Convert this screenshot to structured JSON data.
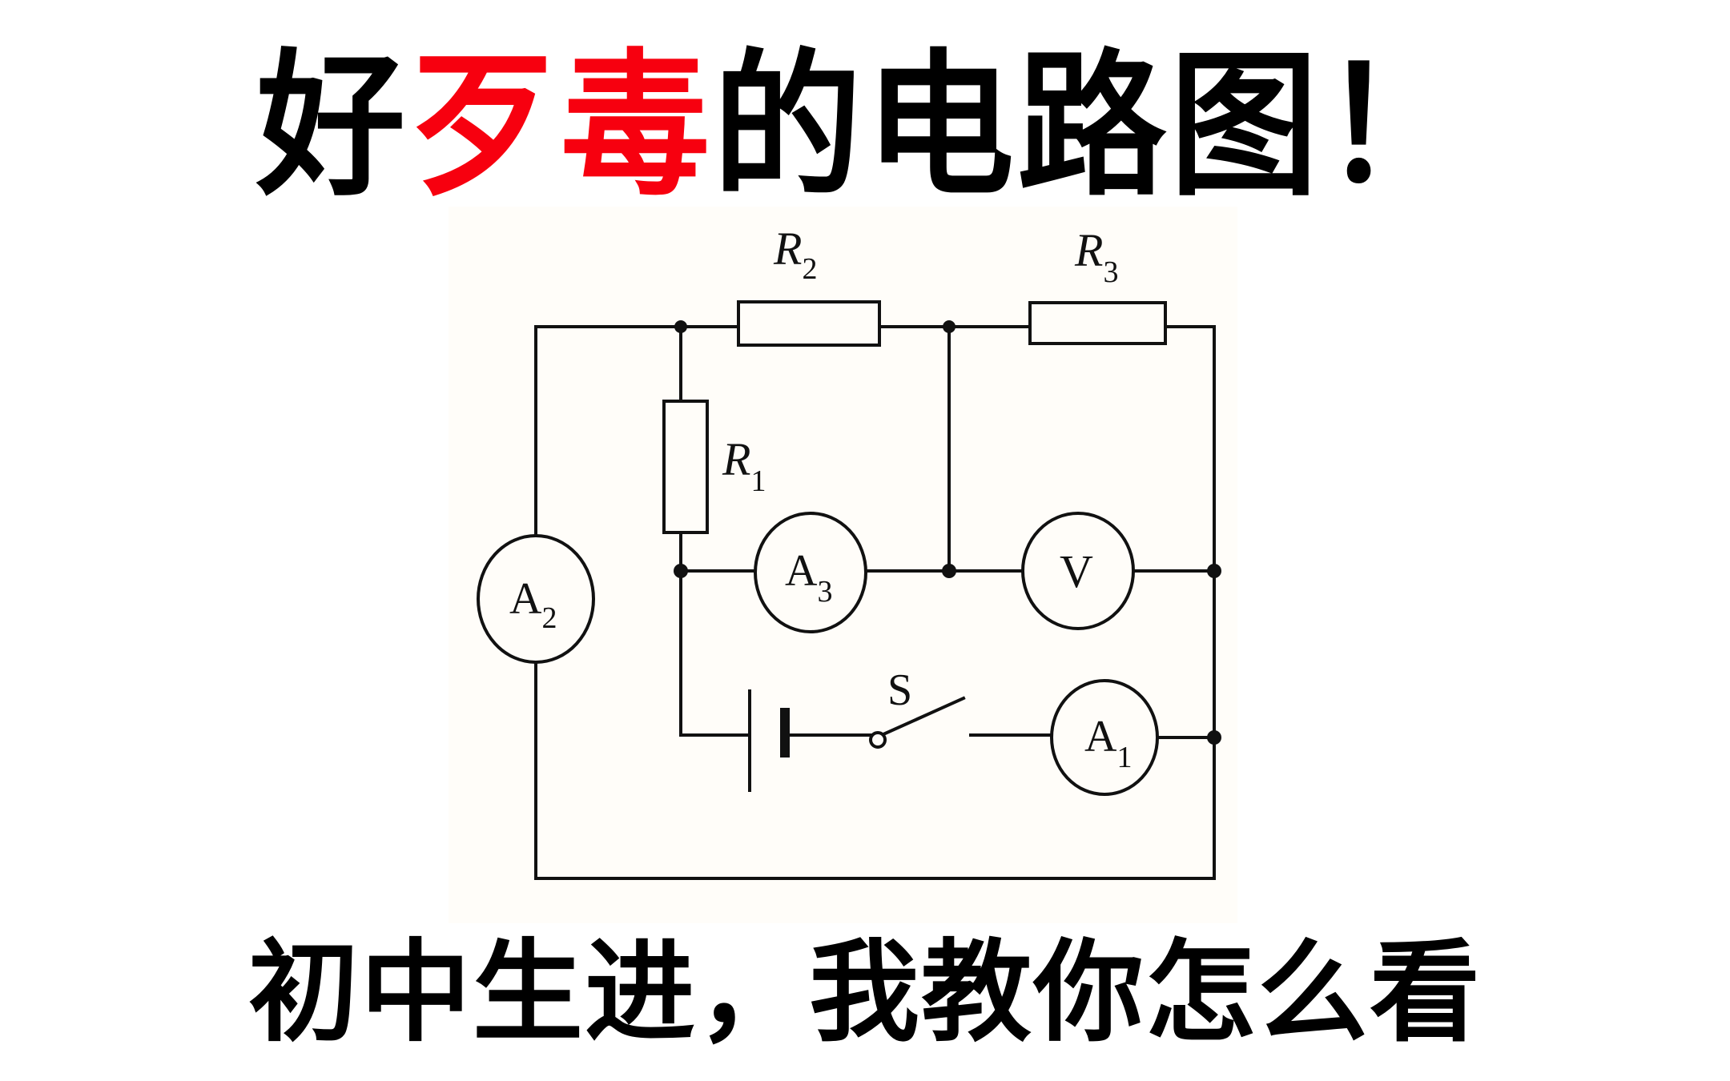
{
  "title": {
    "prefix": "好",
    "accent": "歹毒",
    "suffix": "的电路图！",
    "accent_color": "#f7000f"
  },
  "subtitle": "初中生进，我教你怎么看",
  "diagram": {
    "type": "circuit-schematic",
    "resistors": [
      {
        "id": "R1",
        "label": "R",
        "sub": "1"
      },
      {
        "id": "R2",
        "label": "R",
        "sub": "2"
      },
      {
        "id": "R3",
        "label": "R",
        "sub": "3"
      }
    ],
    "meters": [
      {
        "id": "A1",
        "label": "A",
        "sub": "1"
      },
      {
        "id": "A2",
        "label": "A",
        "sub": "2"
      },
      {
        "id": "A3",
        "label": "A",
        "sub": "3"
      },
      {
        "id": "V",
        "label": "V",
        "sub": ""
      }
    ],
    "switch": {
      "label": "S"
    },
    "battery": {
      "label": ""
    }
  }
}
